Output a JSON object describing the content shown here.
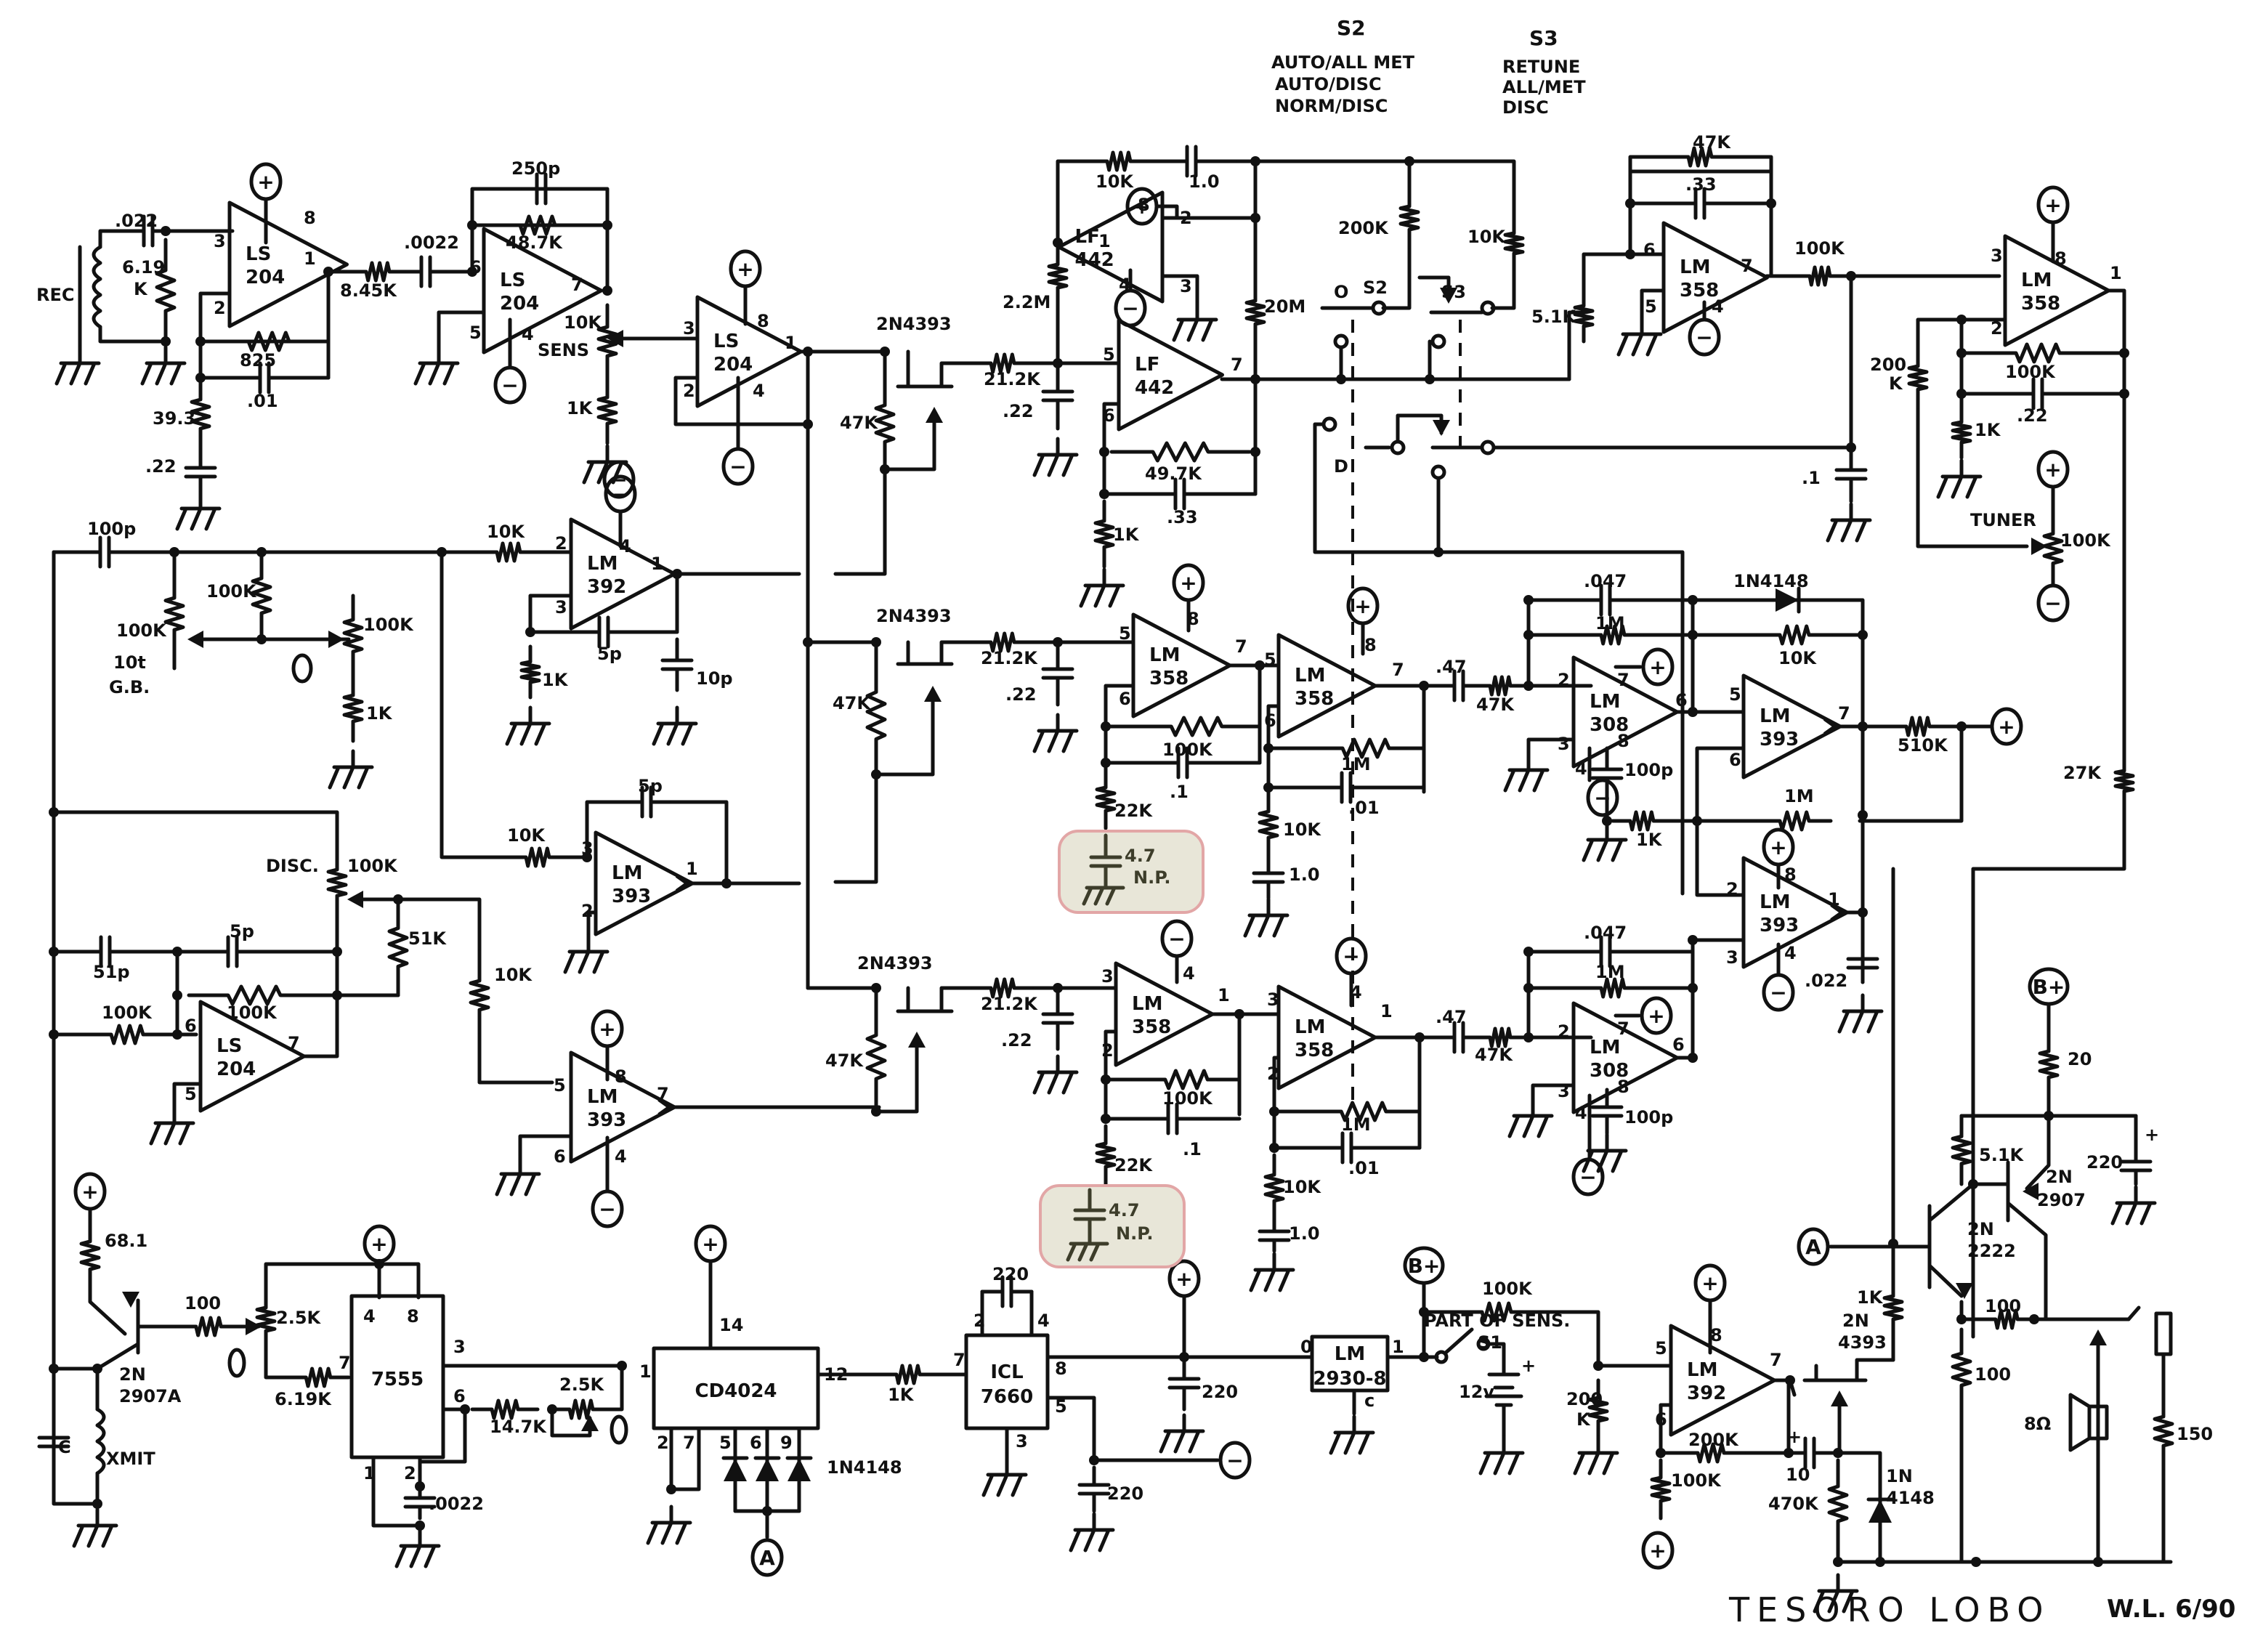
{
  "title": {
    "name": "TESORO LOBO",
    "author_date": "W.L. 6/90"
  },
  "switch_legend": {
    "s2": {
      "heading": "S2",
      "positions": [
        "AUTO/ALL MET",
        "AUTO/DISC",
        "NORM/DISC"
      ]
    },
    "s3": {
      "heading": "S3",
      "positions": [
        "RETUNE",
        "ALL/MET",
        "DISC"
      ]
    }
  },
  "rails": {
    "plus": "+",
    "minus": "−",
    "bplus": "B+",
    "node_a": "A"
  },
  "ics": {
    "u1": {
      "part": [
        "LS",
        "204"
      ],
      "pins": {
        "in_p": "3",
        "in_n": "2",
        "out": "1",
        "vp": "8"
      }
    },
    "u2": {
      "part": [
        "LS",
        "204"
      ],
      "pins": {
        "in_n": "6",
        "in_p": "5",
        "out": "7",
        "vm": "4"
      }
    },
    "u3": {
      "part": [
        "LS",
        "204"
      ],
      "pins": {
        "in_p": "3",
        "in_n": "2",
        "out": "1",
        "vp": "8",
        "vm": "4"
      }
    },
    "u4": {
      "part": [
        "LF",
        "442"
      ],
      "pins": {
        "in_n": "2",
        "in_p": "3",
        "out": "1",
        "vp": "8",
        "vm": "4"
      }
    },
    "u5": {
      "part": [
        "LF",
        "442"
      ],
      "pins": {
        "in_p": "5",
        "in_n": "6",
        "out": "7"
      }
    },
    "u6": {
      "part": [
        "LM",
        "358"
      ],
      "pins": {
        "in_n": "6",
        "in_p": "5",
        "out": "7",
        "vm": "4"
      }
    },
    "u7": {
      "part": [
        "LM",
        "358"
      ],
      "pins": {
        "in_p": "3",
        "in_n": "2",
        "out": "1",
        "vp": "8"
      }
    },
    "u8": {
      "part": [
        "LM",
        "392"
      ],
      "pins": {
        "in_n": "2",
        "in_p": "3",
        "out": "1",
        "vm": "4"
      }
    },
    "u9": {
      "part": [
        "LM",
        "393"
      ],
      "pins": {
        "in_p": "3",
        "in_n": "2",
        "out": "1"
      }
    },
    "u10": {
      "part": [
        "LS",
        "204"
      ],
      "pins": {
        "in_n": "6",
        "in_p": "5",
        "out": "7"
      }
    },
    "u11": {
      "part": [
        "LM",
        "393"
      ],
      "pins": {
        "in_p": "5",
        "in_n": "6",
        "out": "7",
        "vp": "8",
        "vm": "4"
      }
    },
    "u12": {
      "part": [
        "LM",
        "358"
      ],
      "pins": {
        "in_p": "5",
        "in_n": "6",
        "out": "7",
        "vp": "8"
      }
    },
    "u13": {
      "part": [
        "LM",
        "358"
      ],
      "pins": {
        "in_p": "5",
        "in_n": "6",
        "out": "7",
        "vp": "8"
      }
    },
    "u14": {
      "part": [
        "LM",
        "308"
      ],
      "pins": {
        "in_n": "2",
        "in_p": "3",
        "out": "6",
        "v7": "7",
        "v8": "8",
        "vm": "4"
      }
    },
    "u15": {
      "part": [
        "LM",
        "393"
      ],
      "pins": {
        "in_p": "5",
        "in_n": "6",
        "out": "7"
      }
    },
    "u16": {
      "part": [
        "LM",
        "393"
      ],
      "pins": {
        "in_n": "2",
        "in_p": "3",
        "out": "1",
        "vp": "8",
        "vm": "4"
      }
    },
    "u17": {
      "part": [
        "LM",
        "358"
      ],
      "pins": {
        "in_p": "3",
        "in_n": "2",
        "out": "1",
        "vm": "4"
      }
    },
    "u18": {
      "part": [
        "LM",
        "358"
      ],
      "pins": {
        "in_p": "3",
        "in_n": "2",
        "out": "1",
        "vm": "4"
      }
    },
    "u19": {
      "part": [
        "LM",
        "308"
      ],
      "pins": {
        "in_n": "2",
        "in_p": "3",
        "out": "6",
        "v7": "7",
        "v8": "8",
        "vm": "4"
      }
    },
    "u20": {
      "part": [
        "LM",
        "392"
      ],
      "pins": {
        "in_p": "5",
        "in_n": "6",
        "out": "7",
        "vp": "8"
      }
    },
    "timer": {
      "part": "7555",
      "pins": [
        "4",
        "8",
        "3",
        "7",
        "6",
        "1",
        "2"
      ]
    },
    "counter": {
      "part": "CD4024",
      "pins": [
        "14",
        "1",
        "12",
        "2",
        "7",
        "5",
        "6",
        "9"
      ]
    },
    "converter": {
      "part": [
        "ICL",
        "7660"
      ],
      "pins": [
        "2",
        "4",
        "7",
        "8",
        "5",
        "3"
      ]
    },
    "regulator": {
      "part": [
        "LM",
        "2930-8"
      ],
      "pins": [
        "0",
        "1",
        "c"
      ]
    }
  },
  "transistors": {
    "q1": "2N4393",
    "q2": "2N4393",
    "q3": "2N4393",
    "q4": [
      "2N",
      "2907A"
    ],
    "q5": [
      "2N",
      "4393"
    ],
    "q6": [
      "2N",
      "2222"
    ],
    "q7": [
      "2N",
      "2907"
    ]
  },
  "components": {
    "c_in": ".022",
    "r_coil": [
      "6.19",
      "K"
    ],
    "coil_rec": "REC",
    "r_fb1": "825",
    "c_fb1": ".01",
    "r_g1": "39.3",
    "c_g1": ".22",
    "r_845": "8.45K",
    "c_0022": ".0022",
    "c_250p": "250p",
    "r_487": "48.7K",
    "pot_sens": "10K",
    "sens": "SENS",
    "r_sens_lo": "1K",
    "r_10k_a": "10K",
    "c_1_0": "1.0",
    "r_22m": "2.2M",
    "r_20m": "20M",
    "r_212a": "21.2K",
    "c_22a": ".22",
    "r_47a": "47K",
    "r_497": "49.7K",
    "c_33": ".33",
    "r_1k_a": "1K",
    "r_200k_s": "200K",
    "r_10k_s": "10K",
    "s2": "S2",
    "s3": "S3",
    "r_51k": "5.1K",
    "c_01b": ".1",
    "sw_o": "O",
    "sw_d": "D",
    "r_47k_fb": "47K",
    "c_33b": ".33",
    "r_100k_o": "100K",
    "r_200k_t": [
      "200",
      "K"
    ],
    "r_100k_t": "100K",
    "c_22t": ".22",
    "r_1k_t": "1K",
    "tuner": "TUNER",
    "pot_tuner": "100K",
    "c_100p": "100p",
    "pot_gb": "100K",
    "gb_turns": "10t",
    "gb": "G.B.",
    "r_100k_gb": "100K",
    "pot_100k_gb2": "100K",
    "r_1k_gb": "1K",
    "r_10k_392": "10K",
    "r_1k_392": "1K",
    "c_5p_392": "5p",
    "c_10p": "10p",
    "c_5p_393": "5p",
    "r_10k_393": "10K",
    "disc": "DISC.",
    "pot_disc": "100K",
    "c_5p_d": "5p",
    "c_51p": "51p",
    "r_51k_d": "51K",
    "r_100k_d1": "100K",
    "r_100k_d2": "100K",
    "r_10k_d": "10K",
    "r_212b": "21.2K",
    "c_22b": ".22",
    "r_47b": "47K",
    "r_100k_b": "100K",
    "c_1_b": ".1",
    "r_22k_b": "22K",
    "np_cap_b": [
      "4.7",
      "N.P."
    ],
    "r_1m_b": "1M",
    "c_01_b": ".01",
    "r_10k_b": "10K",
    "c_1_0_b": "1.0",
    "c_47_b": ".47",
    "r_47k_b": "47K",
    "c_047_a": ".047",
    "r_1m_c": "1M",
    "diode_a": "1N4148",
    "r_10k_c": "10K",
    "c_100p_a": "100p",
    "r_1k_c": "1K",
    "r_1m_d": "1M",
    "r_510k": "510K",
    "r_27k": "27K",
    "c_047_b": ".047",
    "r_1m_e": "1M",
    "c_022": ".022",
    "r_212c": "21.2K",
    "c_22c": ".22",
    "r_47c": "47K",
    "r_100k_c": "100K",
    "c_1_c": ".1",
    "r_22k_c": "22K",
    "np_cap_c": [
      "4.7",
      "N.P."
    ],
    "r_1m_f": "1M",
    "c_01_c": ".01",
    "r_10k_f": "10K",
    "c_1_0_c": "1.0",
    "c_47_c": ".47",
    "r_47k_c": "47K",
    "c_100p_b": "100p",
    "r_681": "68.1",
    "r_100": "100",
    "pot_25k_a": "2.5K",
    "r_619k": "6.19K",
    "cap_c": "C",
    "coil_xmit": "XMIT",
    "c_0022_t": ".0022",
    "r_147k": "14.7K",
    "pot_25k_b": "2.5K",
    "diodes_b": "1N4148",
    "r_1k_cnt": "1K",
    "c_220_a": "220",
    "c_220_b": "220",
    "c_220_c": "220",
    "r_100k_bp": "100K",
    "part_of_sens": "PART OF SENS.",
    "s1": "S1",
    "batt": "12v",
    "r_200k_bp": [
      "200",
      "K"
    ],
    "r_200k_fb": "200K",
    "r_100k_fb": "100K",
    "c_10": "10",
    "r_470k": "470K",
    "diode_c": [
      "1N",
      "4148"
    ],
    "r_1k_q": "1K",
    "r_100_q": "100",
    "r_100_q2": "100",
    "spk": "8Ω",
    "r_150": "150",
    "r_20": "20",
    "r_51k_q": "5.1K",
    "c_220_q": "220"
  },
  "highlights": {
    "color_fill": "#e8e6d8",
    "color_border": "#e2a6a6"
  }
}
